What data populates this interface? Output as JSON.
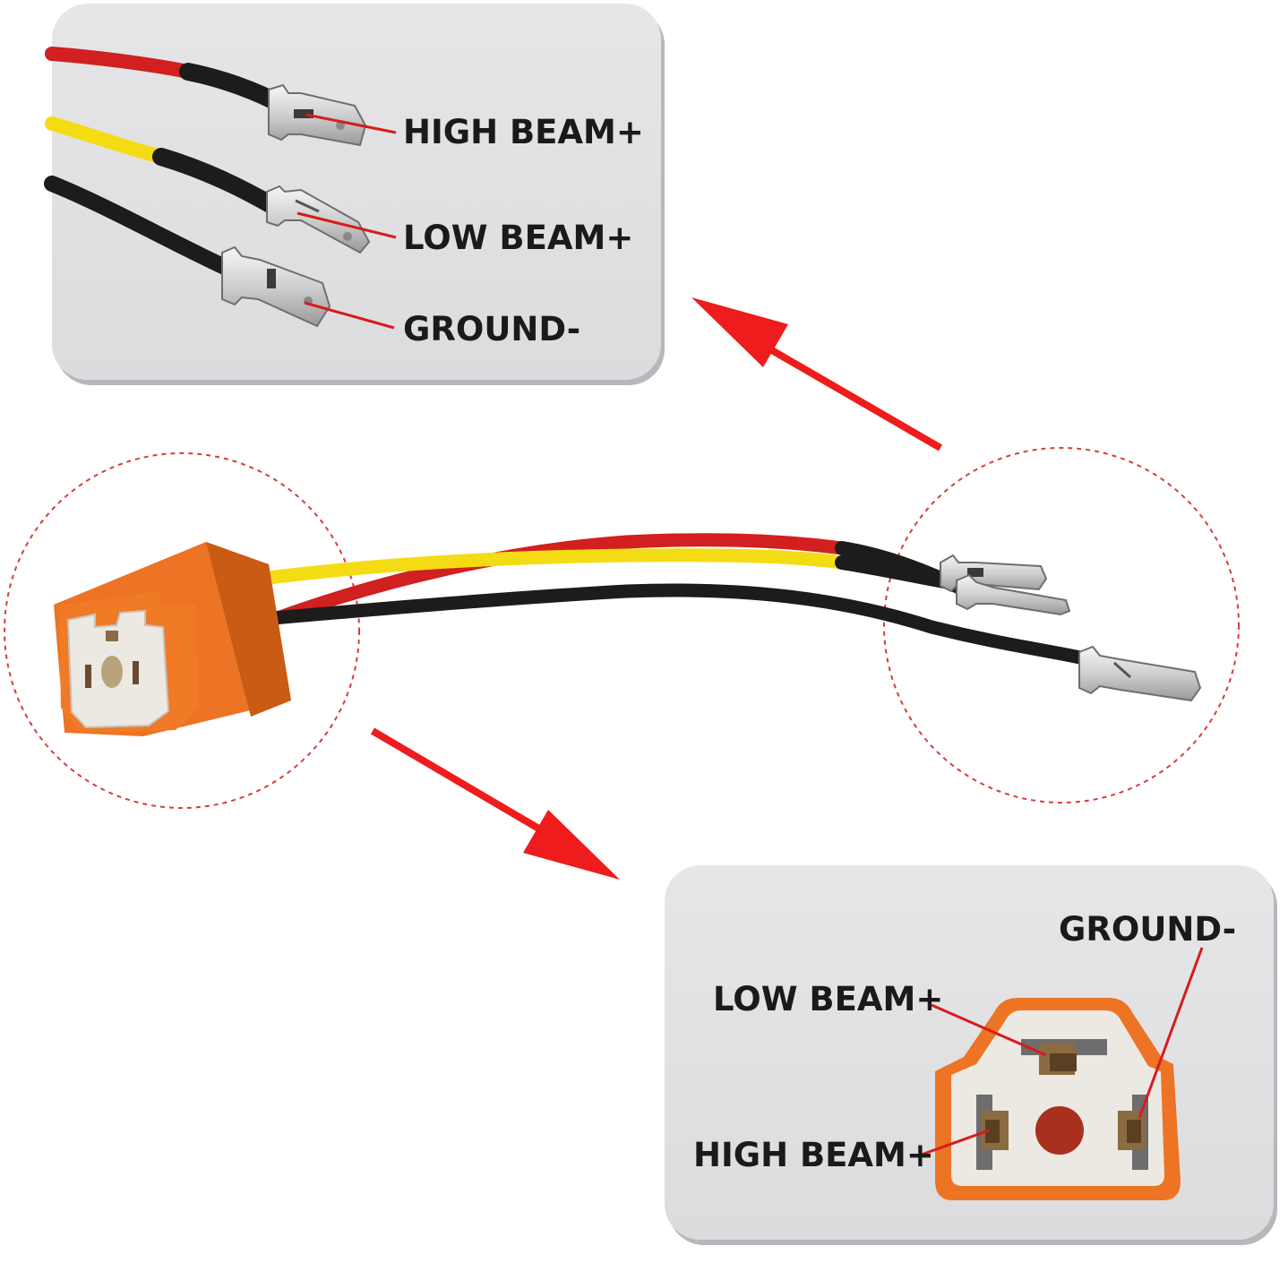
{
  "top_panel": {
    "labels": {
      "high_beam": "HIGH BEAM+",
      "low_beam": "LOW BEAM+",
      "ground": "GROUND-"
    }
  },
  "bottom_panel": {
    "labels": {
      "ground": "GROUND-",
      "low_beam": "LOW BEAM+",
      "high_beam": "HIGH BEAM+"
    }
  },
  "colors": {
    "panel_bg": "#e2e2e4",
    "arrow": "#ee1c1c",
    "leader": "#d81b1b",
    "wire_red": "#d21f1f",
    "wire_yellow": "#f4dc14",
    "wire_black": "#1c1c1c",
    "connector_orange": "#ec7424",
    "ceramic": "#ece8e2",
    "circle_dash": "#d83c3c"
  }
}
